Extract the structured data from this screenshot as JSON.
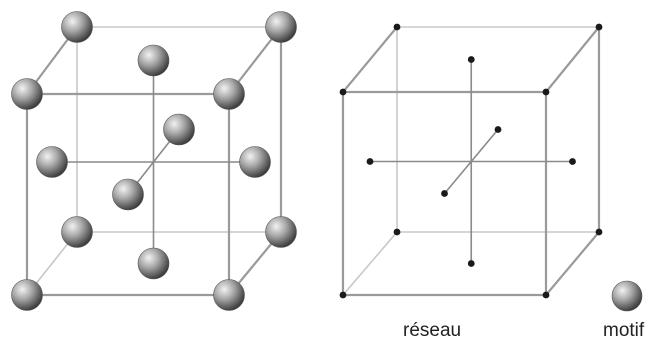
{
  "labels": {
    "lattice": "réseau",
    "motif": "motif"
  },
  "colors": {
    "edge": "#9a9a9a",
    "atom_highlight": "#f2f2f2",
    "atom_shadow": "#3c3c3c",
    "node": "#1a1a1a"
  },
  "structure": {
    "type": "face-centered cubic",
    "atoms_shown": 14,
    "lattice_nodes_shown": 14
  }
}
